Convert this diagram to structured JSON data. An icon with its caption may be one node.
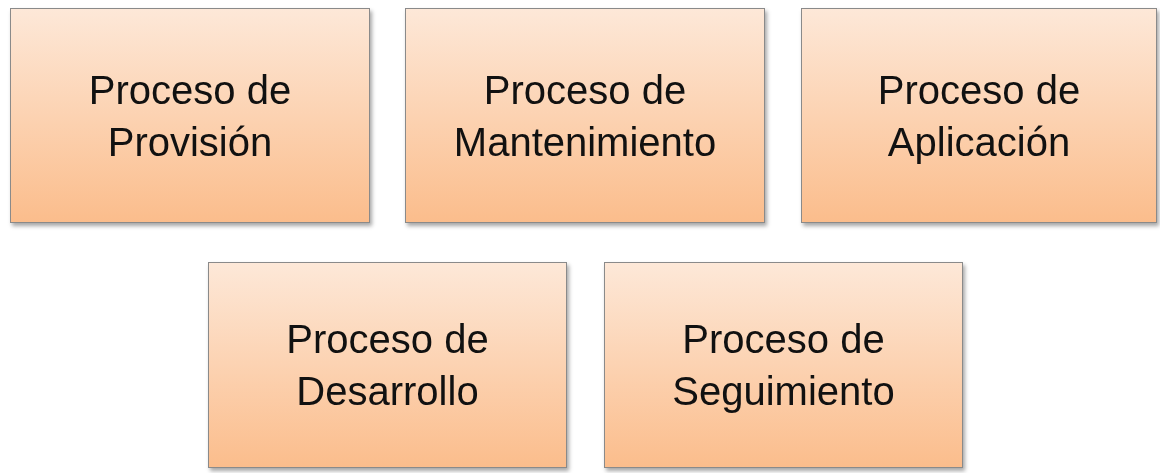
{
  "diagram": {
    "nodes": [
      {
        "text": [
          "Proceso de Provisión"
        ]
      },
      {
        "text": [
          "Proceso de Mantenimiento"
        ]
      },
      {
        "text": [
          "Proceso de Aplicación"
        ]
      },
      {
        "text": [
          "Proceso de Desarrollo"
        ]
      },
      {
        "text": [
          "Proceso de Seguimiento"
        ]
      }
    ]
  }
}
